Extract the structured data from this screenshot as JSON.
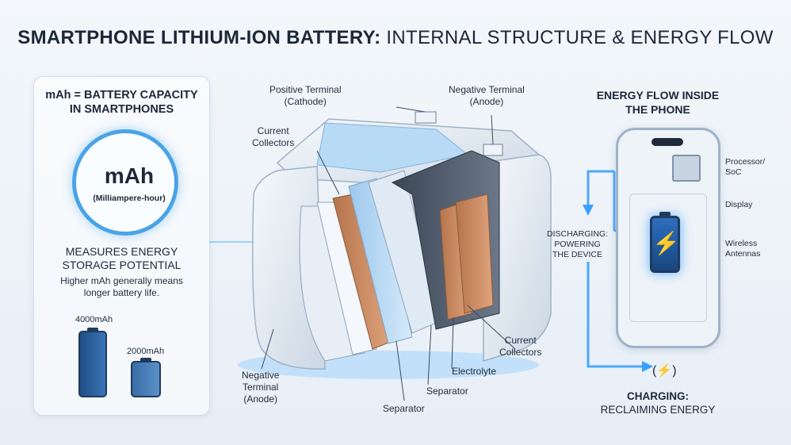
{
  "title": {
    "bold": "SMARTPHONE LITHIUM-ION BATTERY:",
    "rest": " INTERNAL STRUCTURE & ENERGY FLOW"
  },
  "left_panel": {
    "heading_line1": "mAh = BATTERY CAPACITY",
    "heading_line2": "IN SMARTPHONES",
    "ring_main": "mAh",
    "ring_sub": "(Milliampere-hour)",
    "measures_line1": "MEASURES ENERGY",
    "measures_line2": "STORAGE POTENTIAL",
    "desc_line1": "Higher mAh generally means",
    "desc_line2": "longer battery life.",
    "battery_large_label": "4000mAh",
    "battery_small_label": "2000mAh",
    "battery_large_capacity_mAh": 4000,
    "battery_small_capacity_mAh": 2000
  },
  "battery_diagram": {
    "positive_terminal_l1": "Positive Terminal",
    "positive_terminal_l2": "(Cathode)",
    "negative_terminal_top_l1": "Negative Terminal",
    "negative_terminal_top_l2": "(Anode)",
    "current_collectors_left_l1": "Current",
    "current_collectors_left_l2": "Collectors",
    "current_collectors_right_l1": "Current",
    "current_collectors_right_l2": "Collectors",
    "electrolyte": "Electrolyte",
    "separator_right": "Separator",
    "separator_bottom": "Separator",
    "negative_terminal_bottom_l1": "Negative",
    "negative_terminal_bottom_l2": "Terminal",
    "negative_terminal_bottom_l3": "(Anode)"
  },
  "energy_flow": {
    "heading_line1": "ENERGY FLOW INSIDE",
    "heading_line2": "THE PHONE",
    "processor_l1": "Processor/",
    "processor_l2": "SoC",
    "display": "Display",
    "wireless_l1": "Wireless",
    "wireless_l2": "Antennas",
    "discharging_l1": "DISCHARGING:",
    "discharging_l2": "POWERING",
    "discharging_l3": "THE DEVICE",
    "charging_l1": "CHARGING:",
    "charging_l2": "RECLAIMING ENERGY"
  },
  "colors": {
    "accent_blue": "#4aa3e6",
    "glow_blue": "#3aa0ff",
    "copper": "#c98c62",
    "dark_text": "#1c2738"
  }
}
